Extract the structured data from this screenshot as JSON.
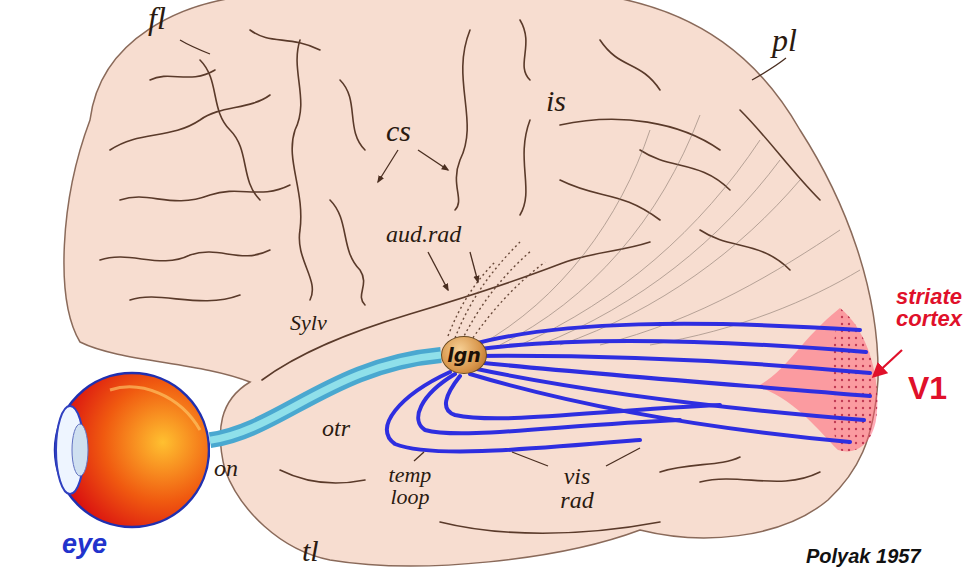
{
  "diagram": {
    "nodes": [
      {
        "text": [
          "eye"
        ]
      },
      {
        "text": [
          "lgn"
        ]
      }
    ],
    "edges": [
      {
        "from": 0,
        "to": 1,
        "arrow": "none"
      }
    ],
    "labels": [
      "fl",
      "pl",
      "cs",
      "is",
      "aud.rad",
      "Sylv",
      "otr",
      "on",
      "temp loop",
      "vis rad",
      "tl",
      "striate cortex",
      "V1",
      "Polyak 1957"
    ]
  }
}
